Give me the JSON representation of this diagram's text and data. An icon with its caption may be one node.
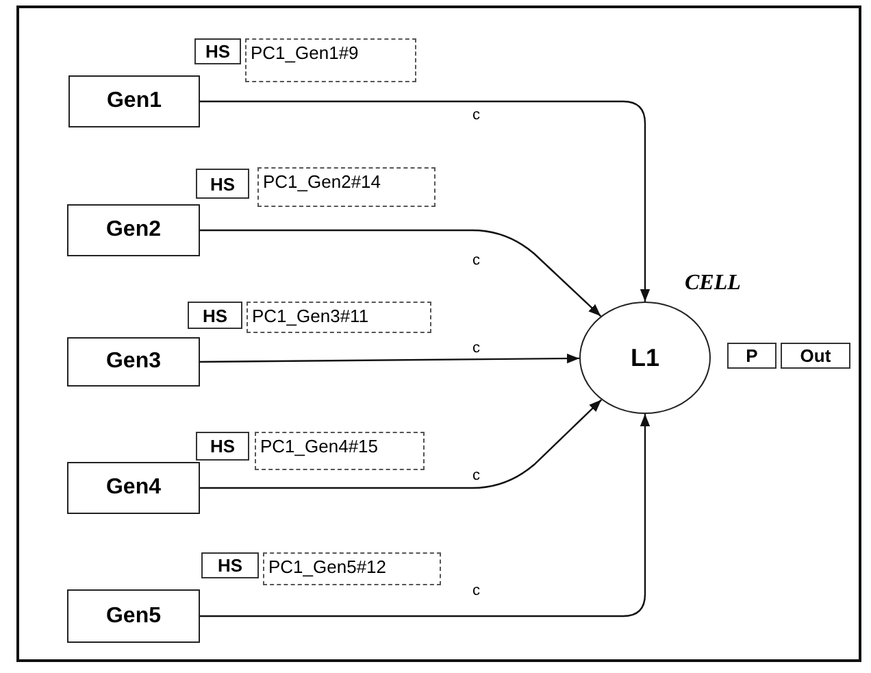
{
  "diagram": {
    "nodes": [
      {
        "text": [
          "HS"
        ]
      },
      {
        "text": [
          "PC1_Gen1#9"
        ]
      },
      {
        "text": [
          "Gen1"
        ]
      },
      {
        "text": [
          "HS"
        ]
      },
      {
        "text": [
          "PC1_Gen2#14"
        ]
      },
      {
        "text": [
          "Gen2"
        ]
      },
      {
        "text": [
          "HS"
        ]
      },
      {
        "text": [
          "PC1_Gen3#11"
        ]
      },
      {
        "text": [
          "Gen3"
        ]
      },
      {
        "text": [
          "HS"
        ]
      },
      {
        "text": [
          "PC1_Gen4#15"
        ]
      },
      {
        "text": [
          "Gen4"
        ]
      },
      {
        "text": [
          "HS"
        ]
      },
      {
        "text": [
          "PC1_Gen5#12"
        ]
      },
      {
        "text": [
          "Gen5"
        ]
      },
      {
        "text": [
          "L1"
        ],
        "beside": [
          "CELL"
        ]
      },
      {
        "text": [
          "P"
        ]
      },
      {
        "text": [
          "Out"
        ]
      }
    ],
    "edges": [
      {
        "from": 2,
        "to": 15,
        "arrow": "to",
        "label": "c"
      },
      {
        "from": 5,
        "to": 15,
        "arrow": "to",
        "label": "c"
      },
      {
        "from": 8,
        "to": 15,
        "arrow": "to",
        "label": "c"
      },
      {
        "from": 11,
        "to": 15,
        "arrow": "to",
        "label": "c"
      },
      {
        "from": 14,
        "to": 15,
        "arrow": "to",
        "label": "c"
      }
    ]
  }
}
